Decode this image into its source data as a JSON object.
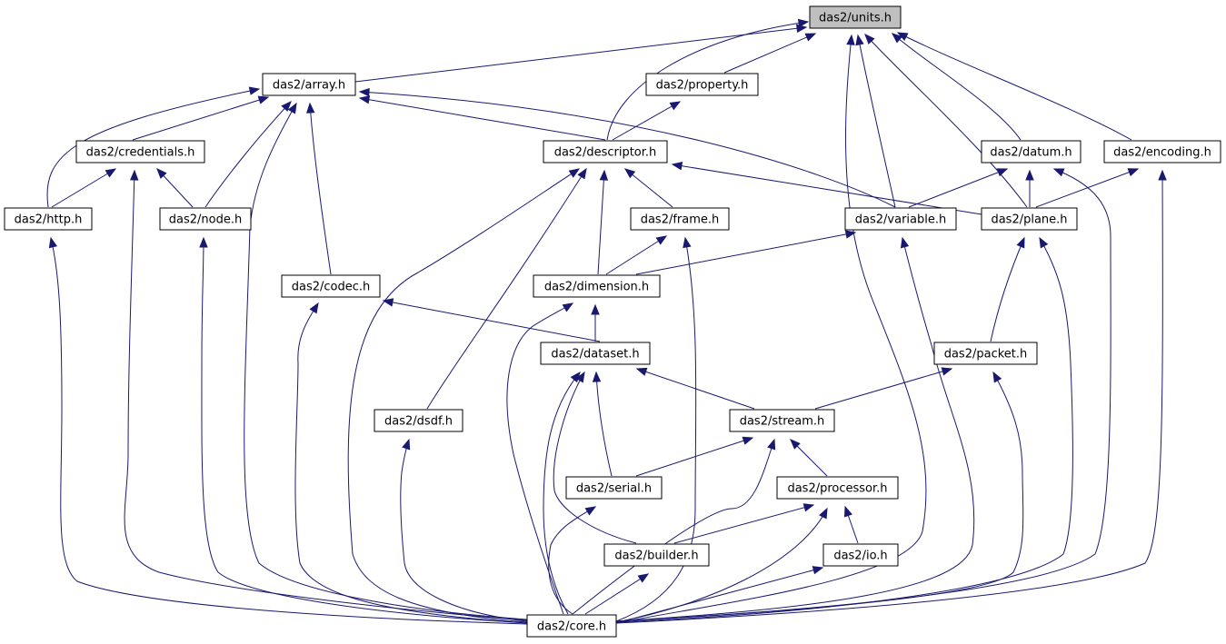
{
  "diagram": {
    "root": "units",
    "colors": {
      "edge": "#191970",
      "root_fill": "#bfbfbf",
      "node_fill": "#ffffff",
      "node_stroke": "#000000"
    },
    "nodes": [
      {
        "id": "units",
        "label": "das2/units.h"
      },
      {
        "id": "array",
        "label": "das2/array.h"
      },
      {
        "id": "property",
        "label": "das2/property.h"
      },
      {
        "id": "credentials",
        "label": "das2/credentials.h"
      },
      {
        "id": "descriptor",
        "label": "das2/descriptor.h"
      },
      {
        "id": "datum",
        "label": "das2/datum.h"
      },
      {
        "id": "encoding",
        "label": "das2/encoding.h"
      },
      {
        "id": "http",
        "label": "das2/http.h"
      },
      {
        "id": "node",
        "label": "das2/node.h"
      },
      {
        "id": "frame",
        "label": "das2/frame.h"
      },
      {
        "id": "variable",
        "label": "das2/variable.h"
      },
      {
        "id": "plane",
        "label": "das2/plane.h"
      },
      {
        "id": "codec",
        "label": "das2/codec.h"
      },
      {
        "id": "dimension",
        "label": "das2/dimension.h"
      },
      {
        "id": "dataset",
        "label": "das2/dataset.h"
      },
      {
        "id": "packet",
        "label": "das2/packet.h"
      },
      {
        "id": "dsdf",
        "label": "das2/dsdf.h"
      },
      {
        "id": "stream",
        "label": "das2/stream.h"
      },
      {
        "id": "serial",
        "label": "das2/serial.h"
      },
      {
        "id": "processor",
        "label": "das2/processor.h"
      },
      {
        "id": "builder",
        "label": "das2/builder.h"
      },
      {
        "id": "io",
        "label": "das2/io.h"
      },
      {
        "id": "core",
        "label": "das2/core.h"
      }
    ],
    "edges": [
      {
        "from": "array",
        "to": "units"
      },
      {
        "from": "property",
        "to": "units"
      },
      {
        "from": "descriptor",
        "to": "units"
      },
      {
        "from": "datum",
        "to": "units"
      },
      {
        "from": "encoding",
        "to": "units"
      },
      {
        "from": "variable",
        "to": "units"
      },
      {
        "from": "plane",
        "to": "units"
      },
      {
        "from": "core",
        "to": "units"
      },
      {
        "from": "credentials",
        "to": "array"
      },
      {
        "from": "descriptor",
        "to": "array"
      },
      {
        "from": "http",
        "to": "array"
      },
      {
        "from": "node",
        "to": "array"
      },
      {
        "from": "codec",
        "to": "array"
      },
      {
        "from": "variable",
        "to": "array"
      },
      {
        "from": "core",
        "to": "array"
      },
      {
        "from": "descriptor",
        "to": "property"
      },
      {
        "from": "http",
        "to": "credentials"
      },
      {
        "from": "node",
        "to": "credentials"
      },
      {
        "from": "core",
        "to": "credentials"
      },
      {
        "from": "frame",
        "to": "descriptor"
      },
      {
        "from": "dimension",
        "to": "descriptor"
      },
      {
        "from": "plane",
        "to": "descriptor"
      },
      {
        "from": "dsdf",
        "to": "descriptor"
      },
      {
        "from": "core",
        "to": "descriptor"
      },
      {
        "from": "variable",
        "to": "datum"
      },
      {
        "from": "plane",
        "to": "datum"
      },
      {
        "from": "core",
        "to": "datum"
      },
      {
        "from": "plane",
        "to": "encoding"
      },
      {
        "from": "core",
        "to": "encoding"
      },
      {
        "from": "core",
        "to": "http"
      },
      {
        "from": "core",
        "to": "node"
      },
      {
        "from": "dimension",
        "to": "frame"
      },
      {
        "from": "core",
        "to": "frame"
      },
      {
        "from": "dimension",
        "to": "variable"
      },
      {
        "from": "core",
        "to": "variable"
      },
      {
        "from": "packet",
        "to": "plane"
      },
      {
        "from": "core",
        "to": "plane"
      },
      {
        "from": "dataset",
        "to": "codec"
      },
      {
        "from": "core",
        "to": "codec"
      },
      {
        "from": "dataset",
        "to": "dimension"
      },
      {
        "from": "core",
        "to": "dimension"
      },
      {
        "from": "stream",
        "to": "dataset"
      },
      {
        "from": "serial",
        "to": "dataset"
      },
      {
        "from": "builder",
        "to": "dataset"
      },
      {
        "from": "core",
        "to": "dataset"
      },
      {
        "from": "stream",
        "to": "packet"
      },
      {
        "from": "core",
        "to": "packet"
      },
      {
        "from": "core",
        "to": "dsdf"
      },
      {
        "from": "serial",
        "to": "stream"
      },
      {
        "from": "processor",
        "to": "stream"
      },
      {
        "from": "core",
        "to": "stream"
      },
      {
        "from": "core",
        "to": "serial"
      },
      {
        "from": "builder",
        "to": "processor"
      },
      {
        "from": "io",
        "to": "processor"
      },
      {
        "from": "core",
        "to": "processor"
      },
      {
        "from": "core",
        "to": "builder"
      },
      {
        "from": "core",
        "to": "io"
      }
    ]
  }
}
